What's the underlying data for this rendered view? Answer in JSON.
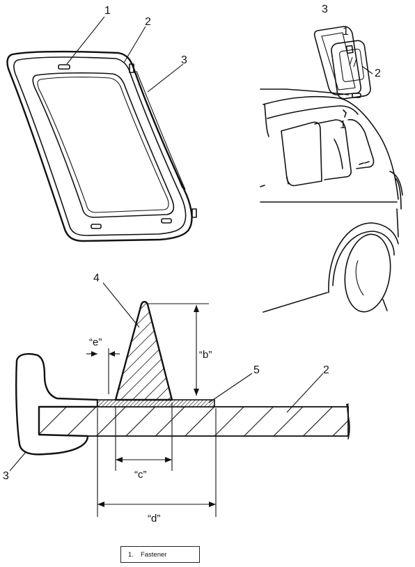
{
  "callouts": {
    "glass_fastener": "1",
    "glass_pane": "2",
    "glass_molding": "3",
    "vehicle_fastener": "1",
    "vehicle_fastener_lower": "1",
    "vehicle_glass": "2",
    "vehicle_molding": "3",
    "section_bead": "4",
    "section_primer": "5",
    "section_glass": "2",
    "section_molding": "3"
  },
  "dimensions": {
    "b": "“b”",
    "c": "“c”",
    "d": "“d”",
    "e": "“e”"
  },
  "legend": {
    "items": [
      {
        "number": "1.",
        "label": "Fastener"
      }
    ]
  }
}
